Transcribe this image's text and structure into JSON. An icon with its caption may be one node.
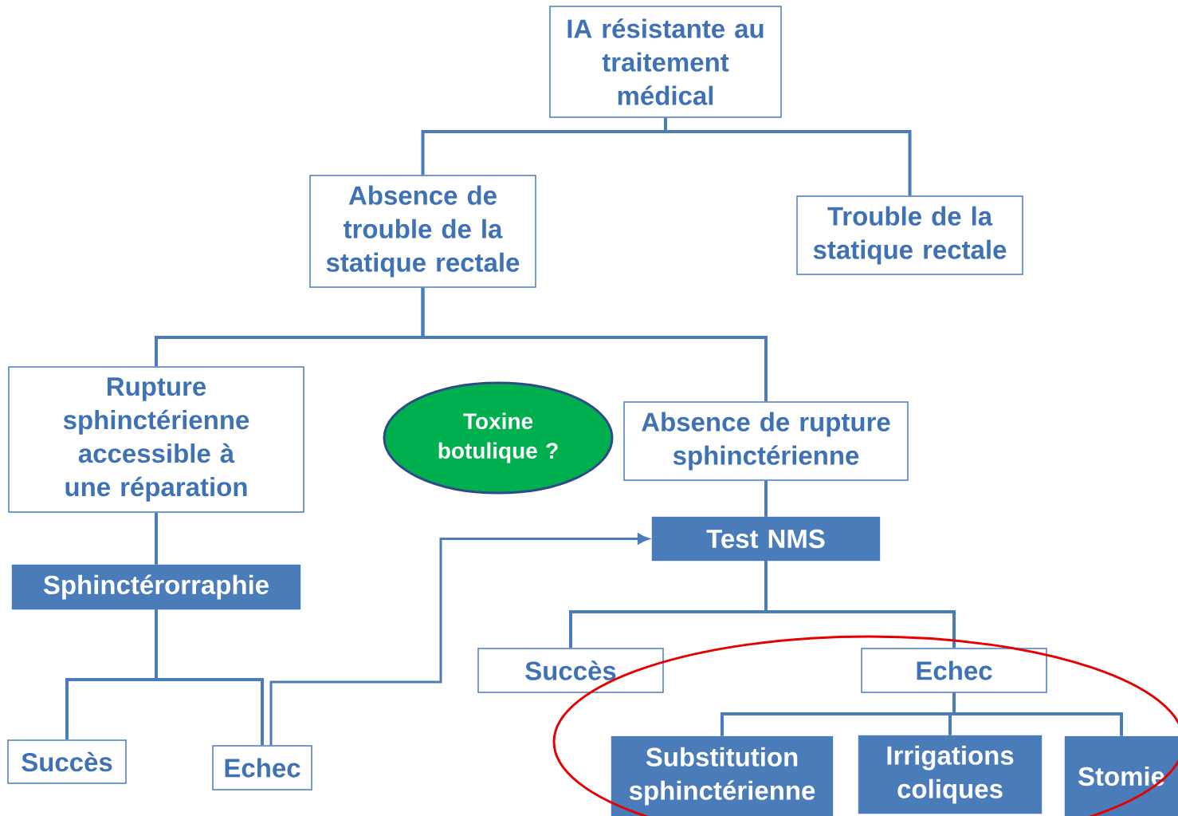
{
  "diagram": {
    "nodes": [
      {
        "text": [
          "IA résistante au traitement médical"
        ]
      },
      {
        "text": [
          "Absence de trouble de la statique rectale"
        ]
      },
      {
        "text": [
          "Trouble de la statique rectale"
        ]
      },
      {
        "text": [
          "Rupture sphinctérienne accessible à une réparation"
        ]
      },
      {
        "text": [
          "Toxine botulique ?"
        ]
      },
      {
        "text": [
          "Absence de rupture sphinctérienne"
        ]
      },
      {
        "text": [
          "Test NMS"
        ]
      },
      {
        "text": [
          "Sphinctérorraphie"
        ]
      },
      {
        "text": [
          "Succès"
        ]
      },
      {
        "text": [
          "Echec"
        ]
      },
      {
        "text": [
          "Succès"
        ]
      },
      {
        "text": [
          "Echec"
        ]
      },
      {
        "text": [
          "Substitution sphinctérienne"
        ]
      },
      {
        "text": [
          "Irrigations coliques"
        ]
      },
      {
        "text": [
          "Stomie"
        ]
      }
    ],
    "edges": [
      {
        "from": 0,
        "to": 1,
        "arrow": "none"
      },
      {
        "from": 0,
        "to": 2,
        "arrow": "none"
      },
      {
        "from": 1,
        "to": 3,
        "arrow": "none"
      },
      {
        "from": 1,
        "to": 5,
        "arrow": "none"
      },
      {
        "from": 3,
        "to": 7,
        "arrow": "none"
      },
      {
        "from": 7,
        "to": 10,
        "arrow": "none"
      },
      {
        "from": 7,
        "to": 11,
        "arrow": "none"
      },
      {
        "from": 5,
        "to": 6,
        "arrow": "none"
      },
      {
        "from": 6,
        "to": 8,
        "arrow": "none"
      },
      {
        "from": 6,
        "to": 9,
        "arrow": "none"
      },
      {
        "from": 9,
        "to": 12,
        "arrow": "none"
      },
      {
        "from": 9,
        "to": 13,
        "arrow": "none"
      },
      {
        "from": 9,
        "to": 14,
        "arrow": "none"
      },
      {
        "from": 11,
        "to": 6,
        "arrow": "to"
      }
    ]
  }
}
